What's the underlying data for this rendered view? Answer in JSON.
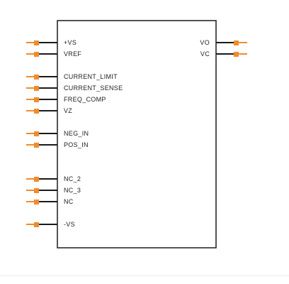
{
  "component": {
    "pins_left": [
      {
        "label": "+VS",
        "slot": 0
      },
      {
        "label": "VREF",
        "slot": 1
      },
      {
        "label": "CURRENT_LIMIT",
        "slot": 3
      },
      {
        "label": "CURRENT_SENSE",
        "slot": 4
      },
      {
        "label": "FREQ_COMP",
        "slot": 5
      },
      {
        "label": "VZ",
        "slot": 6
      },
      {
        "label": "NEG_IN",
        "slot": 8
      },
      {
        "label": "POS_IN",
        "slot": 9
      },
      {
        "label": "NC_2",
        "slot": 12
      },
      {
        "label": "NC_3",
        "slot": 13
      },
      {
        "label": "NC",
        "slot": 14
      },
      {
        "label": "-VS",
        "slot": 16
      }
    ],
    "pins_right": [
      {
        "label": "VO",
        "slot": 0
      },
      {
        "label": "VC",
        "slot": 1
      }
    ]
  },
  "colors": {
    "body_stroke": "#1a1a1a",
    "pin_wire": "#1a1a1a",
    "pin_terminal": "#f08c2c",
    "text": "#222222"
  }
}
